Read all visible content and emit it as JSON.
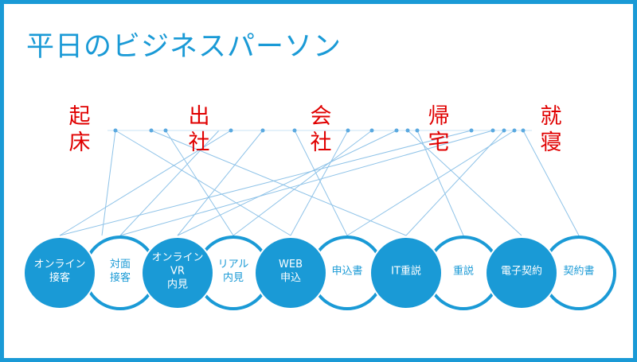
{
  "title": "平日のビジネスパーソン",
  "milestones": [
    {
      "line1": "起",
      "line2": "床"
    },
    {
      "line1": "出",
      "line2": "社"
    },
    {
      "line1": "会",
      "line2": "社"
    },
    {
      "line1": "帰",
      "line2": "宅"
    },
    {
      "line1": "就",
      "line2": "寝"
    }
  ],
  "nodes": [
    {
      "label": "オンライン\n接客",
      "style": "filled"
    },
    {
      "label": "対面\n接客",
      "style": "outline"
    },
    {
      "label": "オンライン\nVR\n内見",
      "style": "filled"
    },
    {
      "label": "リアル\n内見",
      "style": "outline"
    },
    {
      "label": "WEB\n申込",
      "style": "filled"
    },
    {
      "label": "申込書",
      "style": "outline"
    },
    {
      "label": "IT重説",
      "style": "filled"
    },
    {
      "label": "重説",
      "style": "outline"
    },
    {
      "label": "電子契約",
      "style": "filled"
    },
    {
      "label": "契約書",
      "style": "outline"
    }
  ],
  "colors": {
    "accent": "#1a9ad6",
    "milestone_text": "#e00000",
    "connector": "#8fc3e8"
  }
}
